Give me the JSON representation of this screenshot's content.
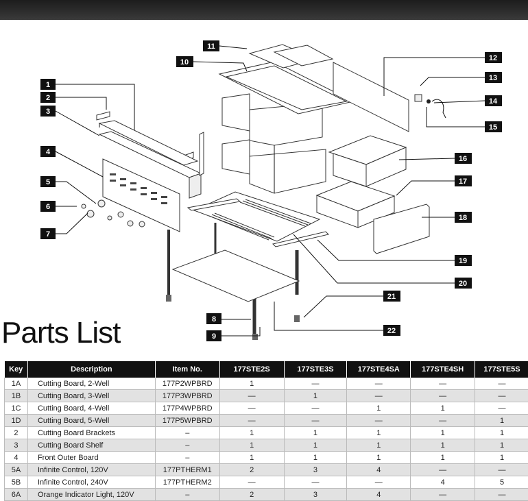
{
  "callouts": [
    "1",
    "2",
    "3",
    "4",
    "5",
    "6",
    "7",
    "8",
    "9",
    "10",
    "11",
    "12",
    "13",
    "14",
    "15",
    "16",
    "17",
    "18",
    "19",
    "20",
    "21",
    "22"
  ],
  "heading": "Parts List",
  "table": {
    "headers": [
      "Key",
      "Description",
      "Item No.",
      "177STE2S",
      "177STE3S",
      "177STE4SA",
      "177STE4SH",
      "177STE5S"
    ],
    "rows": [
      [
        "1A",
        "Cutting Board, 2-Well",
        "177P2WPBRD",
        "1",
        "—",
        "—",
        "—",
        "—"
      ],
      [
        "1B",
        "Cutting Board, 3-Well",
        "177P3WPBRD",
        "—",
        "1",
        "—",
        "—",
        "—"
      ],
      [
        "1C",
        "Cutting Board, 4-Well",
        "177P4WPBRD",
        "—",
        "—",
        "1",
        "1",
        "—"
      ],
      [
        "1D",
        "Cutting Board, 5-Well",
        "177P5WPBRD",
        "—",
        "—",
        "—",
        "—",
        "1"
      ],
      [
        "2",
        "Cutting Board Brackets",
        "–",
        "1",
        "1",
        "1",
        "1",
        "1"
      ],
      [
        "3",
        "Cutting Board Shelf",
        "–",
        "1",
        "1",
        "1",
        "1",
        "1"
      ],
      [
        "4",
        "Front Outer Board",
        "–",
        "1",
        "1",
        "1",
        "1",
        "1"
      ],
      [
        "5A",
        "Infinite Control, 120V",
        "177PTHERM1",
        "2",
        "3",
        "4",
        "—",
        "—"
      ],
      [
        "5B",
        "Infinite Control, 240V",
        "177PTHERM2",
        "—",
        "—",
        "—",
        "4",
        "5"
      ],
      [
        "6A",
        "Orange Indicator Light, 120V",
        "–",
        "2",
        "3",
        "4",
        "—",
        "—"
      ]
    ]
  }
}
